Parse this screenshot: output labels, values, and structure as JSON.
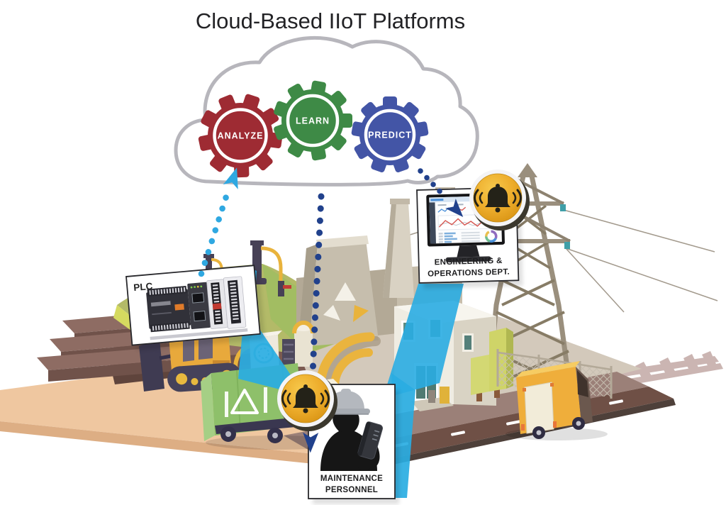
{
  "title": "Cloud-Based IIoT Platforms",
  "cloud": {
    "outline_color": "#B7B6BC",
    "gears": [
      {
        "label": "ANALYZE",
        "color": "#9E2B33"
      },
      {
        "label": "LEARN",
        "color": "#3E8A46"
      },
      {
        "label": "PREDICT",
        "color": "#4355A6"
      }
    ]
  },
  "nodes": {
    "plc": {
      "label": "PLC"
    },
    "engineering": {
      "line1": "ENGINEERING &",
      "line2": "OPERATIONS DEPT."
    },
    "maintenance": {
      "line1": "MAINTENANCE",
      "line2": "PERSONNEL"
    }
  },
  "icons": {
    "alert_bell": "bell-alert-icon",
    "badge_color": "#E9A91F"
  },
  "colors": {
    "beam": "#29ACE2",
    "arrow_up": "#2FA8E1",
    "arrow_down": "#21418C"
  }
}
